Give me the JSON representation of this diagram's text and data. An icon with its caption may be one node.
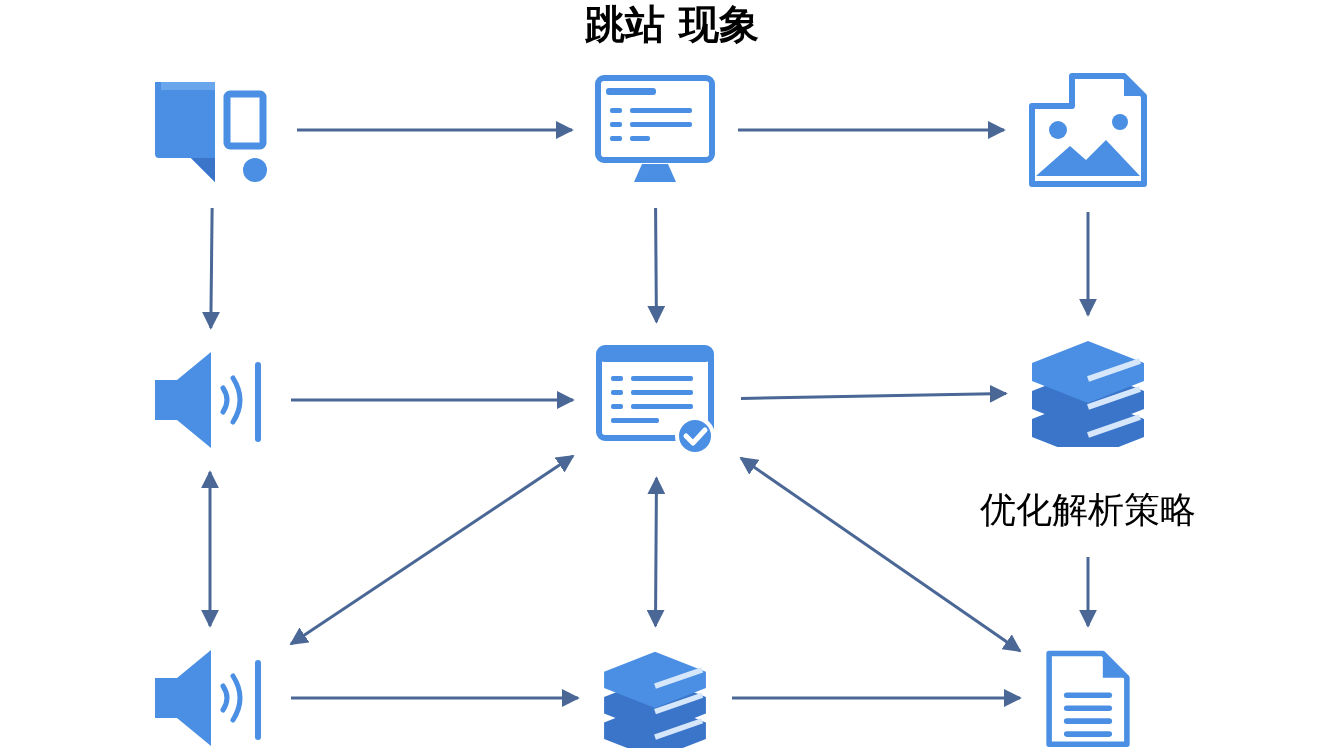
{
  "diagram": {
    "title": "跳站 现象",
    "nodes": [
      {
        "text": [],
        "shape": "picture"
      },
      {
        "text": [],
        "shape": "picture"
      },
      {
        "text": [],
        "shape": "picture"
      },
      {
        "text": [],
        "shape": "picture"
      },
      {
        "text": [],
        "shape": "picture"
      },
      {
        "text": [],
        "shape": "picture"
      },
      {
        "text": [
          "优化解析策略"
        ]
      },
      {
        "text": [],
        "shape": "picture"
      },
      {
        "text": [],
        "shape": "picture"
      },
      {
        "text": [],
        "shape": "picture"
      }
    ],
    "edges": [
      {
        "from": 0,
        "to": 1,
        "arrow": "to"
      },
      {
        "from": 1,
        "to": 2,
        "arrow": "to"
      },
      {
        "from": 0,
        "to": 3,
        "arrow": "to"
      },
      {
        "from": 1,
        "to": 4,
        "arrow": "to"
      },
      {
        "from": 2,
        "to": 5,
        "arrow": "to"
      },
      {
        "from": 3,
        "to": 4,
        "arrow": "to"
      },
      {
        "from": 4,
        "to": 5,
        "arrow": "to"
      },
      {
        "from": 3,
        "to": 7,
        "arrow": "both"
      },
      {
        "from": 4,
        "to": 7,
        "arrow": "both"
      },
      {
        "from": 4,
        "to": 8,
        "arrow": "both"
      },
      {
        "from": 4,
        "to": 9,
        "arrow": "both"
      },
      {
        "from": 6,
        "to": 9,
        "arrow": "to"
      },
      {
        "from": 7,
        "to": 8,
        "arrow": "to"
      },
      {
        "from": 8,
        "to": 9,
        "arrow": "to"
      }
    ]
  }
}
